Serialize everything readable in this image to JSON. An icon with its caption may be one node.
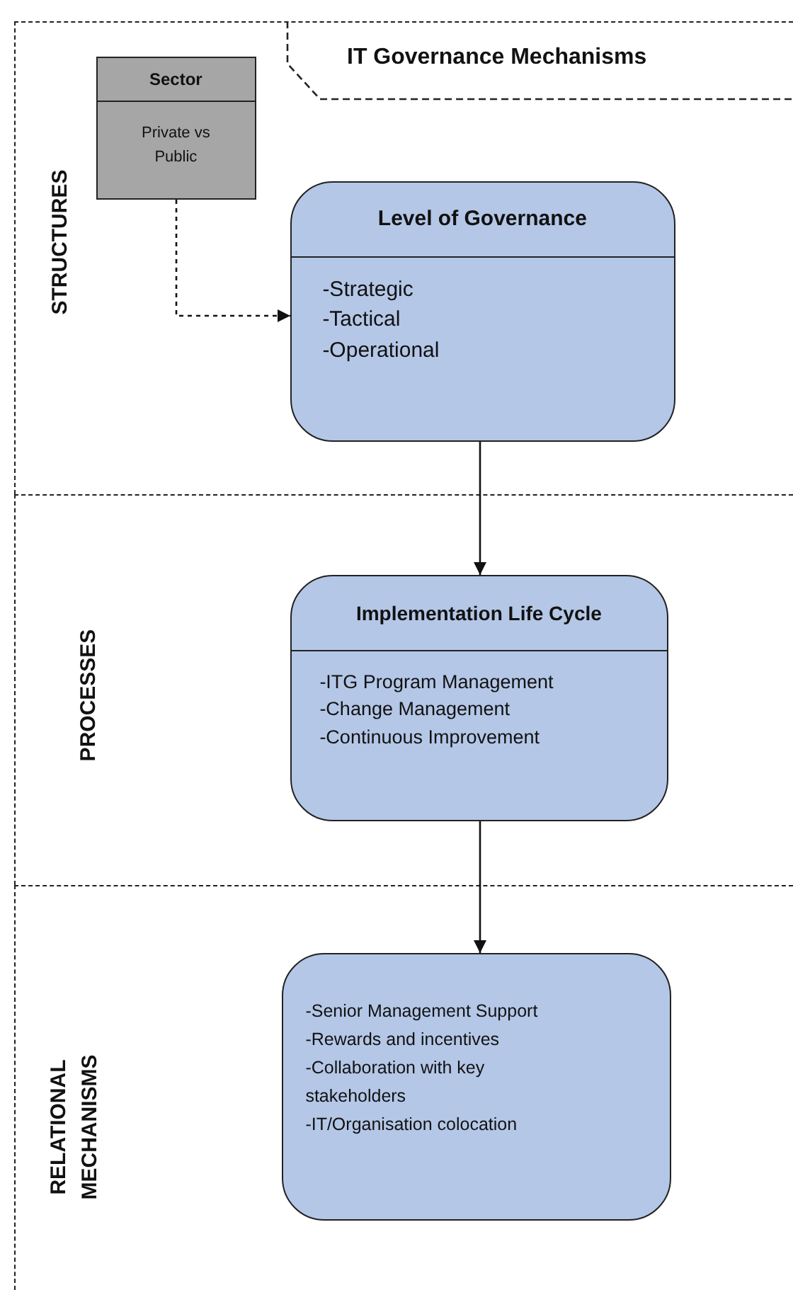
{
  "diagram": {
    "title": "IT Governance Mechanisms",
    "nodes": [
      {
        "text": [
          "STRUCTURES"
        ]
      },
      {
        "text": [
          "Sector",
          "Private vs Public"
        ],
        "in": 0
      },
      {
        "text": [
          "Level of Governance",
          "-Strategic",
          "-Tactical",
          "-Operational"
        ],
        "in": 0
      },
      {
        "text": [
          "PROCESSES"
        ]
      },
      {
        "text": [
          "Implementation Life Cycle",
          "-ITG Program Management",
          "-Change Management",
          "-Continuous Improvement"
        ],
        "in": 3
      },
      {
        "text": [
          "RELATIONAL MECHANISMS"
        ]
      },
      {
        "text": [
          "-Senior Management Support",
          "-Rewards and incentives",
          "-Collaboration with key stakeholders",
          "-IT/Organisation colocation"
        ],
        "in": 5
      }
    ],
    "edges": [
      {
        "from": 1,
        "to": 2,
        "arrow": "to",
        "style": "dashed"
      },
      {
        "from": 2,
        "to": 4,
        "arrow": "to"
      },
      {
        "from": 4,
        "to": 6,
        "arrow": "to"
      }
    ]
  }
}
